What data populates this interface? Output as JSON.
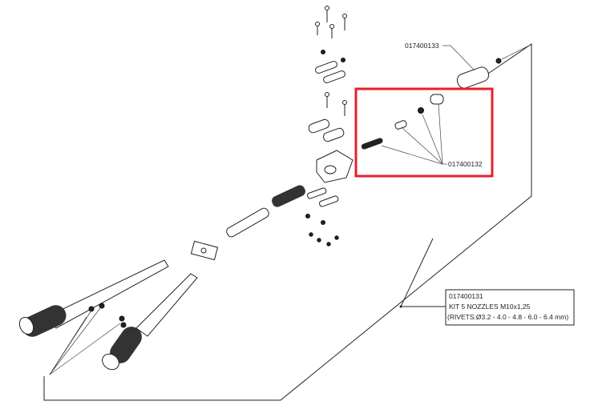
{
  "labels": {
    "part_133": "017400133",
    "part_132": "017400132",
    "kit_box": {
      "code": "017400131",
      "title": "KIT 5 NOZZLES M10x1,25",
      "rivets": "(RIVETS:Ø3.2 - 4.0 - 4.8 - 6.0 - 6.4 mm)"
    }
  },
  "colors": {
    "highlight": "#e8202a",
    "line": "#222222"
  }
}
